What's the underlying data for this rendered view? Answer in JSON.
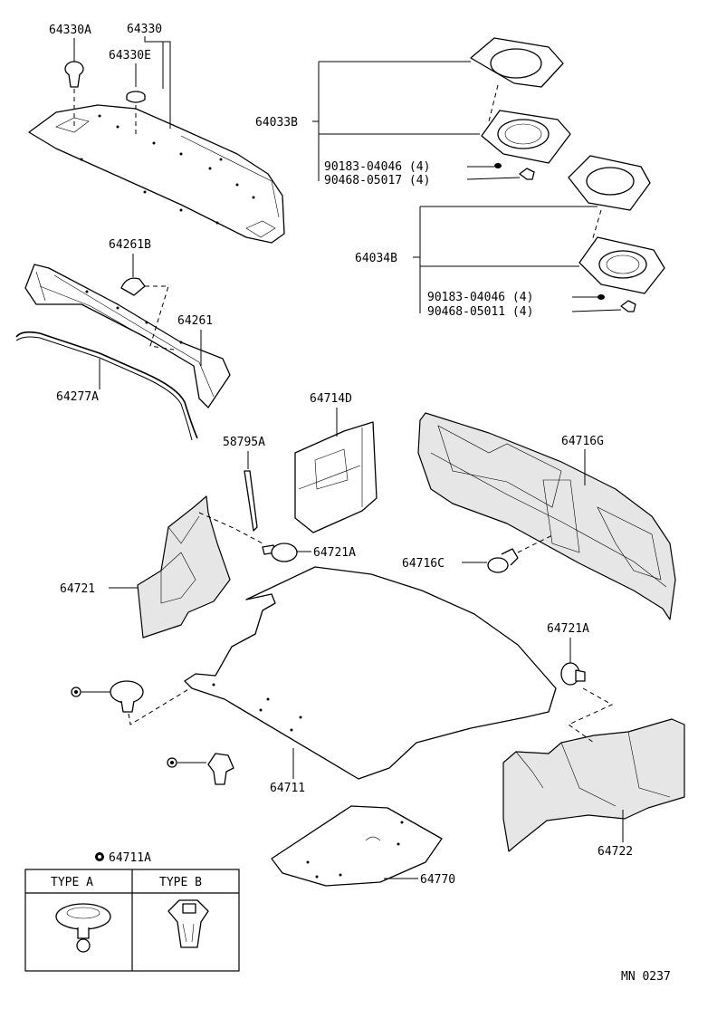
{
  "labels": {
    "p64330A": "64330A",
    "p64330": "64330",
    "p64330E": "64330E",
    "p64033B": "64033B",
    "p90183_a": "90183-04046 (4)",
    "p90468_a": "90468-05017 (4)",
    "p64034B": "64034B",
    "p90183_b": "90183-04046 (4)",
    "p90468_b": "90468-05011 (4)",
    "p64261B": "64261B",
    "p64261": "64261",
    "p64277A": "64277A",
    "p64714D": "64714D",
    "p58795A": "58795A",
    "p64716G": "64716G",
    "p64721A_top": "64721A",
    "p64721": "64721",
    "p64716C": "64716C",
    "p64721A_right": "64721A",
    "p64711": "64711",
    "p64722": "64722",
    "p64770": "64770",
    "p64711A": "64711A"
  },
  "legend_table": {
    "type_a": "TYPE A",
    "type_b": "TYPE B"
  },
  "code": "MN  0237"
}
